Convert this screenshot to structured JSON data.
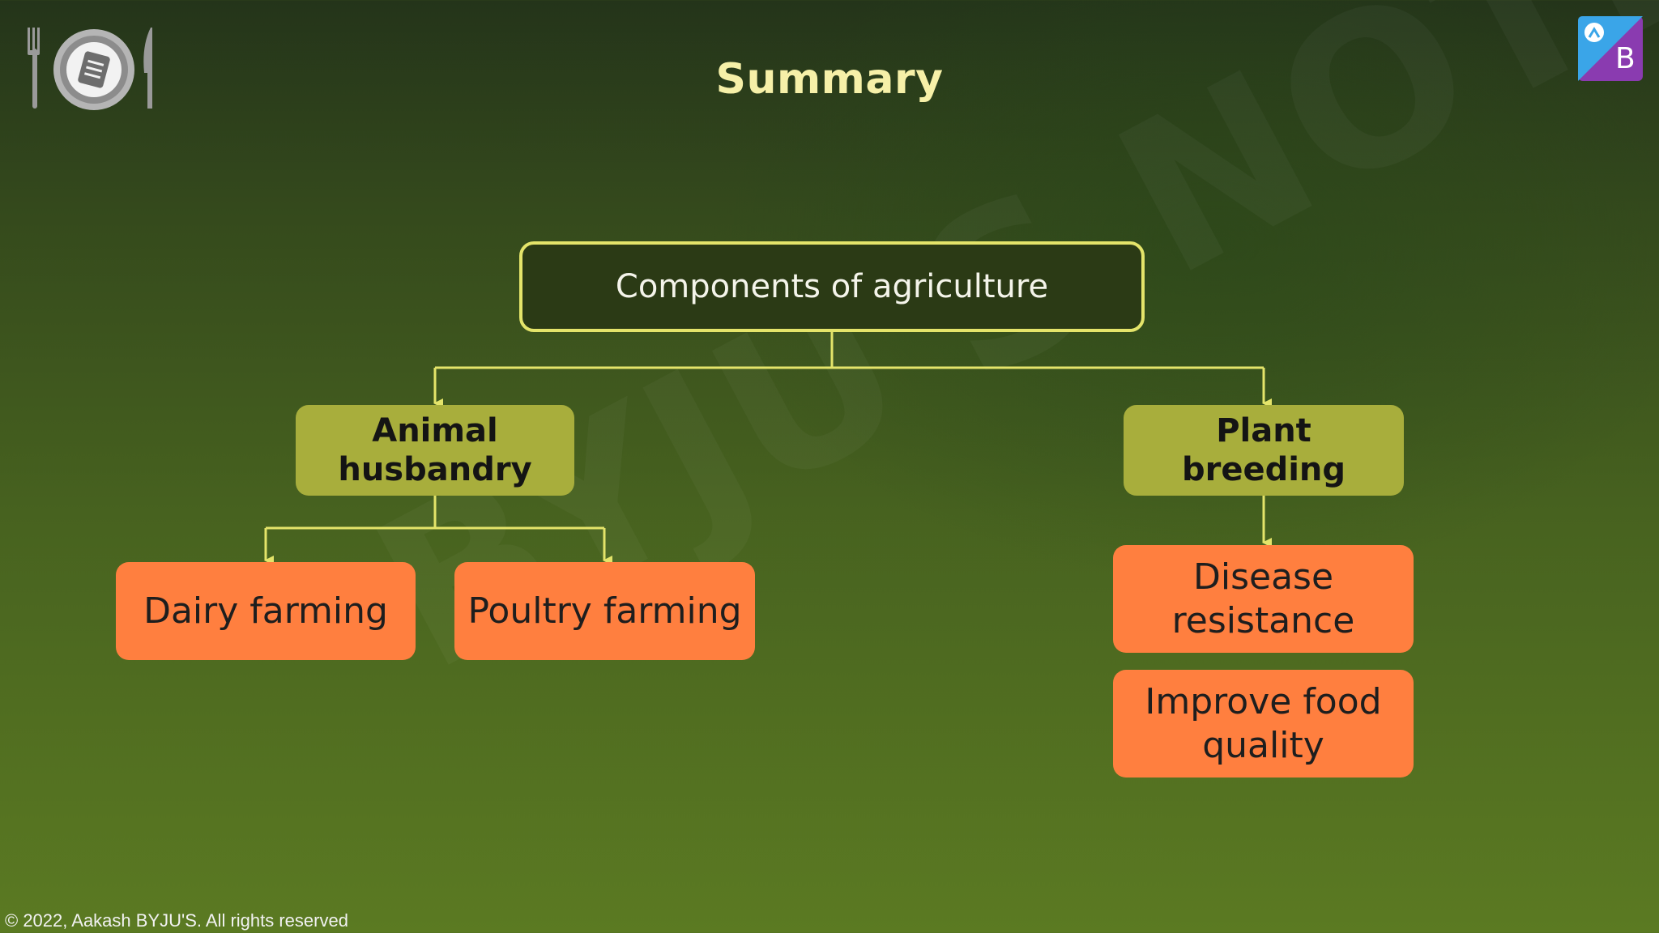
{
  "header": {
    "title": "Summary"
  },
  "diagram": {
    "root": "Components of agriculture",
    "branches": {
      "animal": {
        "label": "Animal husbandry",
        "children": [
          "Dairy farming",
          "Poultry farming"
        ]
      },
      "plant": {
        "label": "Plant breeding",
        "children": [
          "Disease resistance",
          "Improve food quality"
        ]
      }
    }
  },
  "footer": {
    "copyright": "© 2022, Aakash BYJU'S. All rights reserved"
  },
  "icons": {
    "top_left": "cutlery-plate-notes-icon",
    "top_right": "byjus-logo-icon"
  },
  "colors": {
    "title": "#f6f0a8",
    "connector": "#e4e46a",
    "mid_box": "#a8ae3c",
    "leaf_box": "#ff7f3f",
    "root_box": "#2b3a15"
  }
}
